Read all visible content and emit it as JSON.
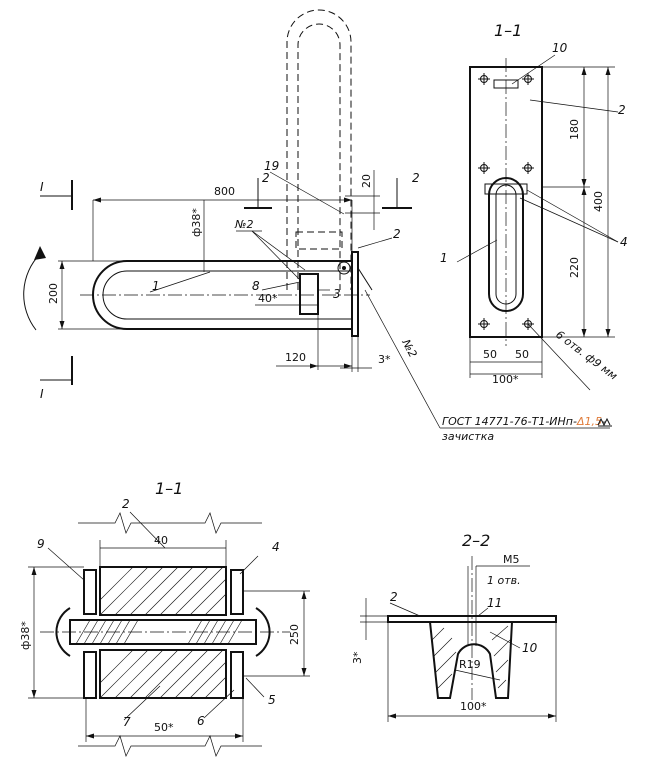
{
  "colors": {
    "ink": "#111111",
    "note_accent": "#e07b39",
    "paper": "#ffffff"
  },
  "section_labels": {
    "main_cut_left_top": "I",
    "main_cut_left_bottom": "I",
    "main_cut_right_left": "2",
    "main_cut_right_right": "2",
    "view_1_1": "1–1",
    "section_1_1": "1–1",
    "section_2_2": "2–2"
  },
  "dimensions": {
    "d800": "800",
    "d38": "ф38*",
    "d200": "200",
    "d40star": "40*",
    "d120": "120",
    "d3star": "3*",
    "d20": "20",
    "s180": "180",
    "s400": "400",
    "s220": "220",
    "s50a": "50",
    "s50b": "50",
    "s100": "100*",
    "holes": "6 отв. ф9 мм",
    "c40": "40",
    "c38": "ф38*",
    "c250": "250",
    "c50": "50*",
    "t_m5": "M5",
    "t_hole": "1 отв.",
    "t_r19": "R19",
    "t_3": "3*",
    "t_100": "100*"
  },
  "weld_marks": {
    "main_n2": "№2",
    "diag_n2": "№2"
  },
  "positions": {
    "p1_main": "1",
    "p2_main": "2",
    "p3_main": "3",
    "p8_main": "8",
    "p19_main": "19",
    "p1_side": "1",
    "p2_side": "2",
    "p4_side": "4",
    "p10_side": "10",
    "p2_cut": "2",
    "p4_cut": "4",
    "p5_cut": "5",
    "p6_cut": "6",
    "p7_cut": "7",
    "p9_cut": "9",
    "p2_t": "2",
    "p10_t": "10",
    "p11_t": "11"
  },
  "notes": {
    "gost_prefix": "ГОСТ  14771-76-Т1-ИНп-",
    "gost_accent": "Δ1,5",
    "gost_suffix": "-",
    "cleanup": "зачистка"
  }
}
